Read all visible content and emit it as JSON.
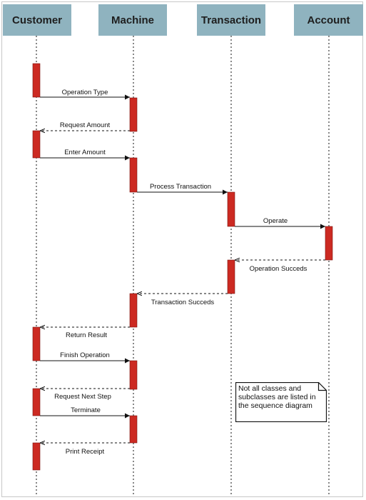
{
  "participants": [
    {
      "id": "customer",
      "label": "Customer"
    },
    {
      "id": "machine",
      "label": "Machine"
    },
    {
      "id": "transaction",
      "label": "Transaction"
    },
    {
      "id": "account",
      "label": "Account"
    }
  ],
  "messages": [
    {
      "label": "Operation Type",
      "from": "customer",
      "to": "machine",
      "kind": "sync"
    },
    {
      "label": "Request Amount",
      "from": "machine",
      "to": "customer",
      "kind": "return"
    },
    {
      "label": "Enter Amount",
      "from": "customer",
      "to": "machine",
      "kind": "sync"
    },
    {
      "label": "Process Transaction",
      "from": "machine",
      "to": "transaction",
      "kind": "sync"
    },
    {
      "label": "Operate",
      "from": "transaction",
      "to": "account",
      "kind": "sync"
    },
    {
      "label": "Operation Succeds",
      "from": "account",
      "to": "transaction",
      "kind": "return"
    },
    {
      "label": "Transaction Succeds",
      "from": "transaction",
      "to": "machine",
      "kind": "return"
    },
    {
      "label": "Return Result",
      "from": "machine",
      "to": "customer",
      "kind": "return"
    },
    {
      "label": "Finish Operation",
      "from": "customer",
      "to": "machine",
      "kind": "sync"
    },
    {
      "label": "Request Next Step",
      "from": "machine",
      "to": "customer",
      "kind": "return"
    },
    {
      "label": "Terminate",
      "from": "customer",
      "to": "machine",
      "kind": "sync"
    },
    {
      "label": "Print Receipt",
      "from": "machine",
      "to": "customer",
      "kind": "return"
    }
  ],
  "note": {
    "text": "Not all classes and subclasses are listed in the sequence diagram"
  },
  "colors": {
    "header": "#8fb3bf",
    "activation": "#cc2a22",
    "line": "#111111"
  }
}
